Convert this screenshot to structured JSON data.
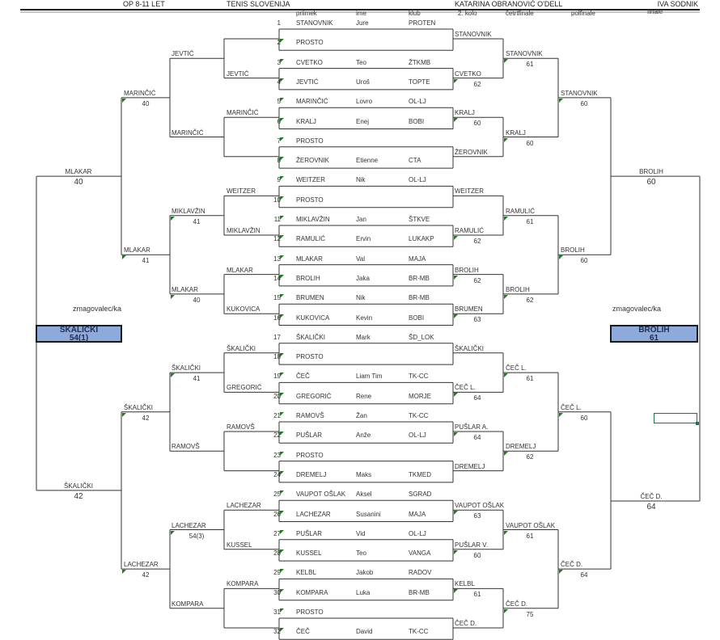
{
  "header": {
    "event": "OP 8-11 LET",
    "organizer": "TENIS SLOVENIJA",
    "referee": "KATARINA OBRANOVIĆ O'DELL",
    "official": "IVA SODNIK"
  },
  "columns": {
    "surname": "priimek",
    "name": "ime",
    "club": "klub",
    "round2": "2. kolo",
    "quarterfinal": "četrtfinale",
    "semifinal": "polfinale",
    "final": "finale"
  },
  "players": [
    {
      "no": "1",
      "surname": "STANOVNIK",
      "name": "Jure",
      "club": "PROTEN"
    },
    {
      "no": "2",
      "surname": "PROSTO",
      "name": "",
      "club": ""
    },
    {
      "no": "3",
      "surname": "CVETKO",
      "name": "Teo",
      "club": "ŽTKMB"
    },
    {
      "no": "4",
      "surname": "JEVTIĆ",
      "name": "Uroš",
      "club": "TOPTE"
    },
    {
      "no": "5",
      "surname": "MARINČIĆ",
      "name": "Lovro",
      "club": "OL-LJ"
    },
    {
      "no": "6",
      "surname": "KRALJ",
      "name": "Enej",
      "club": "BOBI"
    },
    {
      "no": "7",
      "surname": "PROSTO",
      "name": "",
      "club": ""
    },
    {
      "no": "8",
      "surname": "ŽEROVNIK",
      "name": "Etienne",
      "club": "CTA"
    },
    {
      "no": "9",
      "surname": "WEITZER",
      "name": "Nik",
      "club": "OL-LJ"
    },
    {
      "no": "10",
      "surname": "PROSTO",
      "name": "",
      "club": ""
    },
    {
      "no": "11",
      "surname": "MIKLAVŽIN",
      "name": "Jan",
      "club": "ŠTKVE"
    },
    {
      "no": "12",
      "surname": "RAMULIĆ",
      "name": "Ervin",
      "club": "LUKAKP"
    },
    {
      "no": "13",
      "surname": "MLAKAR",
      "name": "Val",
      "club": "MAJA"
    },
    {
      "no": "14",
      "surname": "BROLIH",
      "name": "Jaka",
      "club": "BR-MB"
    },
    {
      "no": "15",
      "surname": "BRUMEN",
      "name": "Nik",
      "club": "BR-MB"
    },
    {
      "no": "16",
      "surname": "KUKOVICA",
      "name": "Kevin",
      "club": "BOBI"
    },
    {
      "no": "17",
      "surname": "ŠKALIČKI",
      "name": "Mark",
      "club": "ŠD_LOK"
    },
    {
      "no": "18",
      "surname": "PROSTO",
      "name": "",
      "club": ""
    },
    {
      "no": "19",
      "surname": "ČEČ",
      "name": "Liam Tim",
      "club": "TK-CC"
    },
    {
      "no": "20",
      "surname": "GREGORIĆ",
      "name": "Rene",
      "club": "MORJE"
    },
    {
      "no": "21",
      "surname": "RAMOVŠ",
      "name": "Žan",
      "club": "TK-CC"
    },
    {
      "no": "22",
      "surname": "PUŠLAR",
      "name": "Anže",
      "club": "OL-LJ"
    },
    {
      "no": "23",
      "surname": "PROSTO",
      "name": "",
      "club": ""
    },
    {
      "no": "24",
      "surname": "DREMELJ",
      "name": "Maks",
      "club": "TKMED"
    },
    {
      "no": "25",
      "surname": "VAUPOT OŠLAK",
      "name": "Aksel",
      "club": "SGRAD"
    },
    {
      "no": "26",
      "surname": "LACHEZAR",
      "name": "Susanini",
      "club": "MAJA"
    },
    {
      "no": "27",
      "surname": "PUŠLAR",
      "name": "Vid",
      "club": "OL-LJ"
    },
    {
      "no": "28",
      "surname": "KUSSEL",
      "name": "Teo",
      "club": "VANGA"
    },
    {
      "no": "29",
      "surname": "KELBL",
      "name": "Jakob",
      "club": "RADOV"
    },
    {
      "no": "30",
      "surname": "KOMPARA",
      "name": "Luka",
      "club": "BR-MB"
    },
    {
      "no": "31",
      "surname": "PROSTO",
      "name": "",
      "club": ""
    },
    {
      "no": "32",
      "surname": "ČEČ",
      "name": "David",
      "club": "TK-CC"
    }
  ],
  "right_bracket": {
    "round2": [
      {
        "name": "STANOVNIK",
        "score": ""
      },
      {
        "name": "CVETKO",
        "score": "62"
      },
      {
        "name": "KRALJ",
        "score": "60"
      },
      {
        "name": "ŽEROVNIK",
        "score": ""
      },
      {
        "name": "WEITZER",
        "score": ""
      },
      {
        "name": "RAMULIĆ",
        "score": "62"
      },
      {
        "name": "BROLIH",
        "score": "62"
      },
      {
        "name": "BRUMEN",
        "score": "63"
      },
      {
        "name": "ŠKALIČKI",
        "score": ""
      },
      {
        "name": "ČEČ L.",
        "score": "64"
      },
      {
        "name": "PUŠLAR A.",
        "score": "64"
      },
      {
        "name": "DREMELJ",
        "score": ""
      },
      {
        "name": "VAUPOT OŠLAK",
        "score": "63"
      },
      {
        "name": "PUŠLAR V.",
        "score": "60"
      },
      {
        "name": "KELBL",
        "score": "61"
      },
      {
        "name": "ČEČ D.",
        "score": ""
      }
    ],
    "quarterfinal": [
      {
        "name": "STANOVNIK",
        "score": "61"
      },
      {
        "name": "KRALJ",
        "score": "60"
      },
      {
        "name": "RAMULIĆ",
        "score": "61"
      },
      {
        "name": "BROLIH",
        "score": "62"
      },
      {
        "name": "ČEČ L.",
        "score": "61"
      },
      {
        "name": "DREMELJ",
        "score": "62"
      },
      {
        "name": "VAUPOT OŠLAK",
        "score": "61"
      },
      {
        "name": "ČEČ D.",
        "score": "75"
      }
    ],
    "semifinal": [
      {
        "name": "STANOVNIK",
        "score": "60"
      },
      {
        "name": "BROLIH",
        "score": "60"
      },
      {
        "name": "ČEČ L.",
        "score": "60"
      },
      {
        "name": "ČEČ D.",
        "score": "64"
      }
    ],
    "final": [
      {
        "name": "BROLIH",
        "score": "60"
      },
      {
        "name": "ČEČ D.",
        "score": "64"
      }
    ],
    "winner_label": "zmagovalec/ka",
    "winner_name": "BROLIH",
    "winner_score": "61"
  },
  "left_bracket": {
    "round2": [
      {
        "name": "",
        "score": ""
      },
      {
        "name": "JEVTIĆ",
        "score": ""
      },
      {
        "name": "MARINČIĆ",
        "score": ""
      },
      {
        "name": "",
        "score": ""
      },
      {
        "name": "WEITZER",
        "score": ""
      },
      {
        "name": "MIKLAVŽIN",
        "score": ""
      },
      {
        "name": "MLAKAR",
        "score": ""
      },
      {
        "name": "KUKOVICA",
        "score": ""
      },
      {
        "name": "ŠKALIČKI",
        "score": ""
      },
      {
        "name": "GREGORIĆ",
        "score": ""
      },
      {
        "name": "RAMOVŠ",
        "score": ""
      },
      {
        "name": "",
        "score": ""
      },
      {
        "name": "LACHEZAR",
        "score": ""
      },
      {
        "name": "KUSSEL",
        "score": ""
      },
      {
        "name": "KOMPARA",
        "score": ""
      },
      {
        "name": "",
        "score": ""
      }
    ],
    "quarterfinal": [
      {
        "name": "JEVTIĆ",
        "score": ""
      },
      {
        "name": "MARINČIĆ",
        "score": ""
      },
      {
        "name": "MIKLAVŽIN",
        "score": "41"
      },
      {
        "name": "MLAKAR",
        "score": "40"
      },
      {
        "name": "ŠKALIČKI",
        "score": "41"
      },
      {
        "name": "RAMOVŠ",
        "score": ""
      },
      {
        "name": "LACHEZAR",
        "score": "54(3)"
      },
      {
        "name": "KOMPARA",
        "score": ""
      }
    ],
    "semifinal": [
      {
        "name": "MARINČIĆ",
        "score": "40"
      },
      {
        "name": "MLAKAR",
        "score": "41"
      },
      {
        "name": "ŠKALIČKI",
        "score": "42"
      },
      {
        "name": "LACHEZAR",
        "score": "42"
      }
    ],
    "final": [
      {
        "name": "MLAKAR",
        "score": "40"
      },
      {
        "name": "ŠKALIČKI",
        "score": "42"
      }
    ],
    "winner_label": "zmagovalec/ka",
    "winner_name": "ŠKALICKI",
    "winner_score": "54(1)"
  }
}
